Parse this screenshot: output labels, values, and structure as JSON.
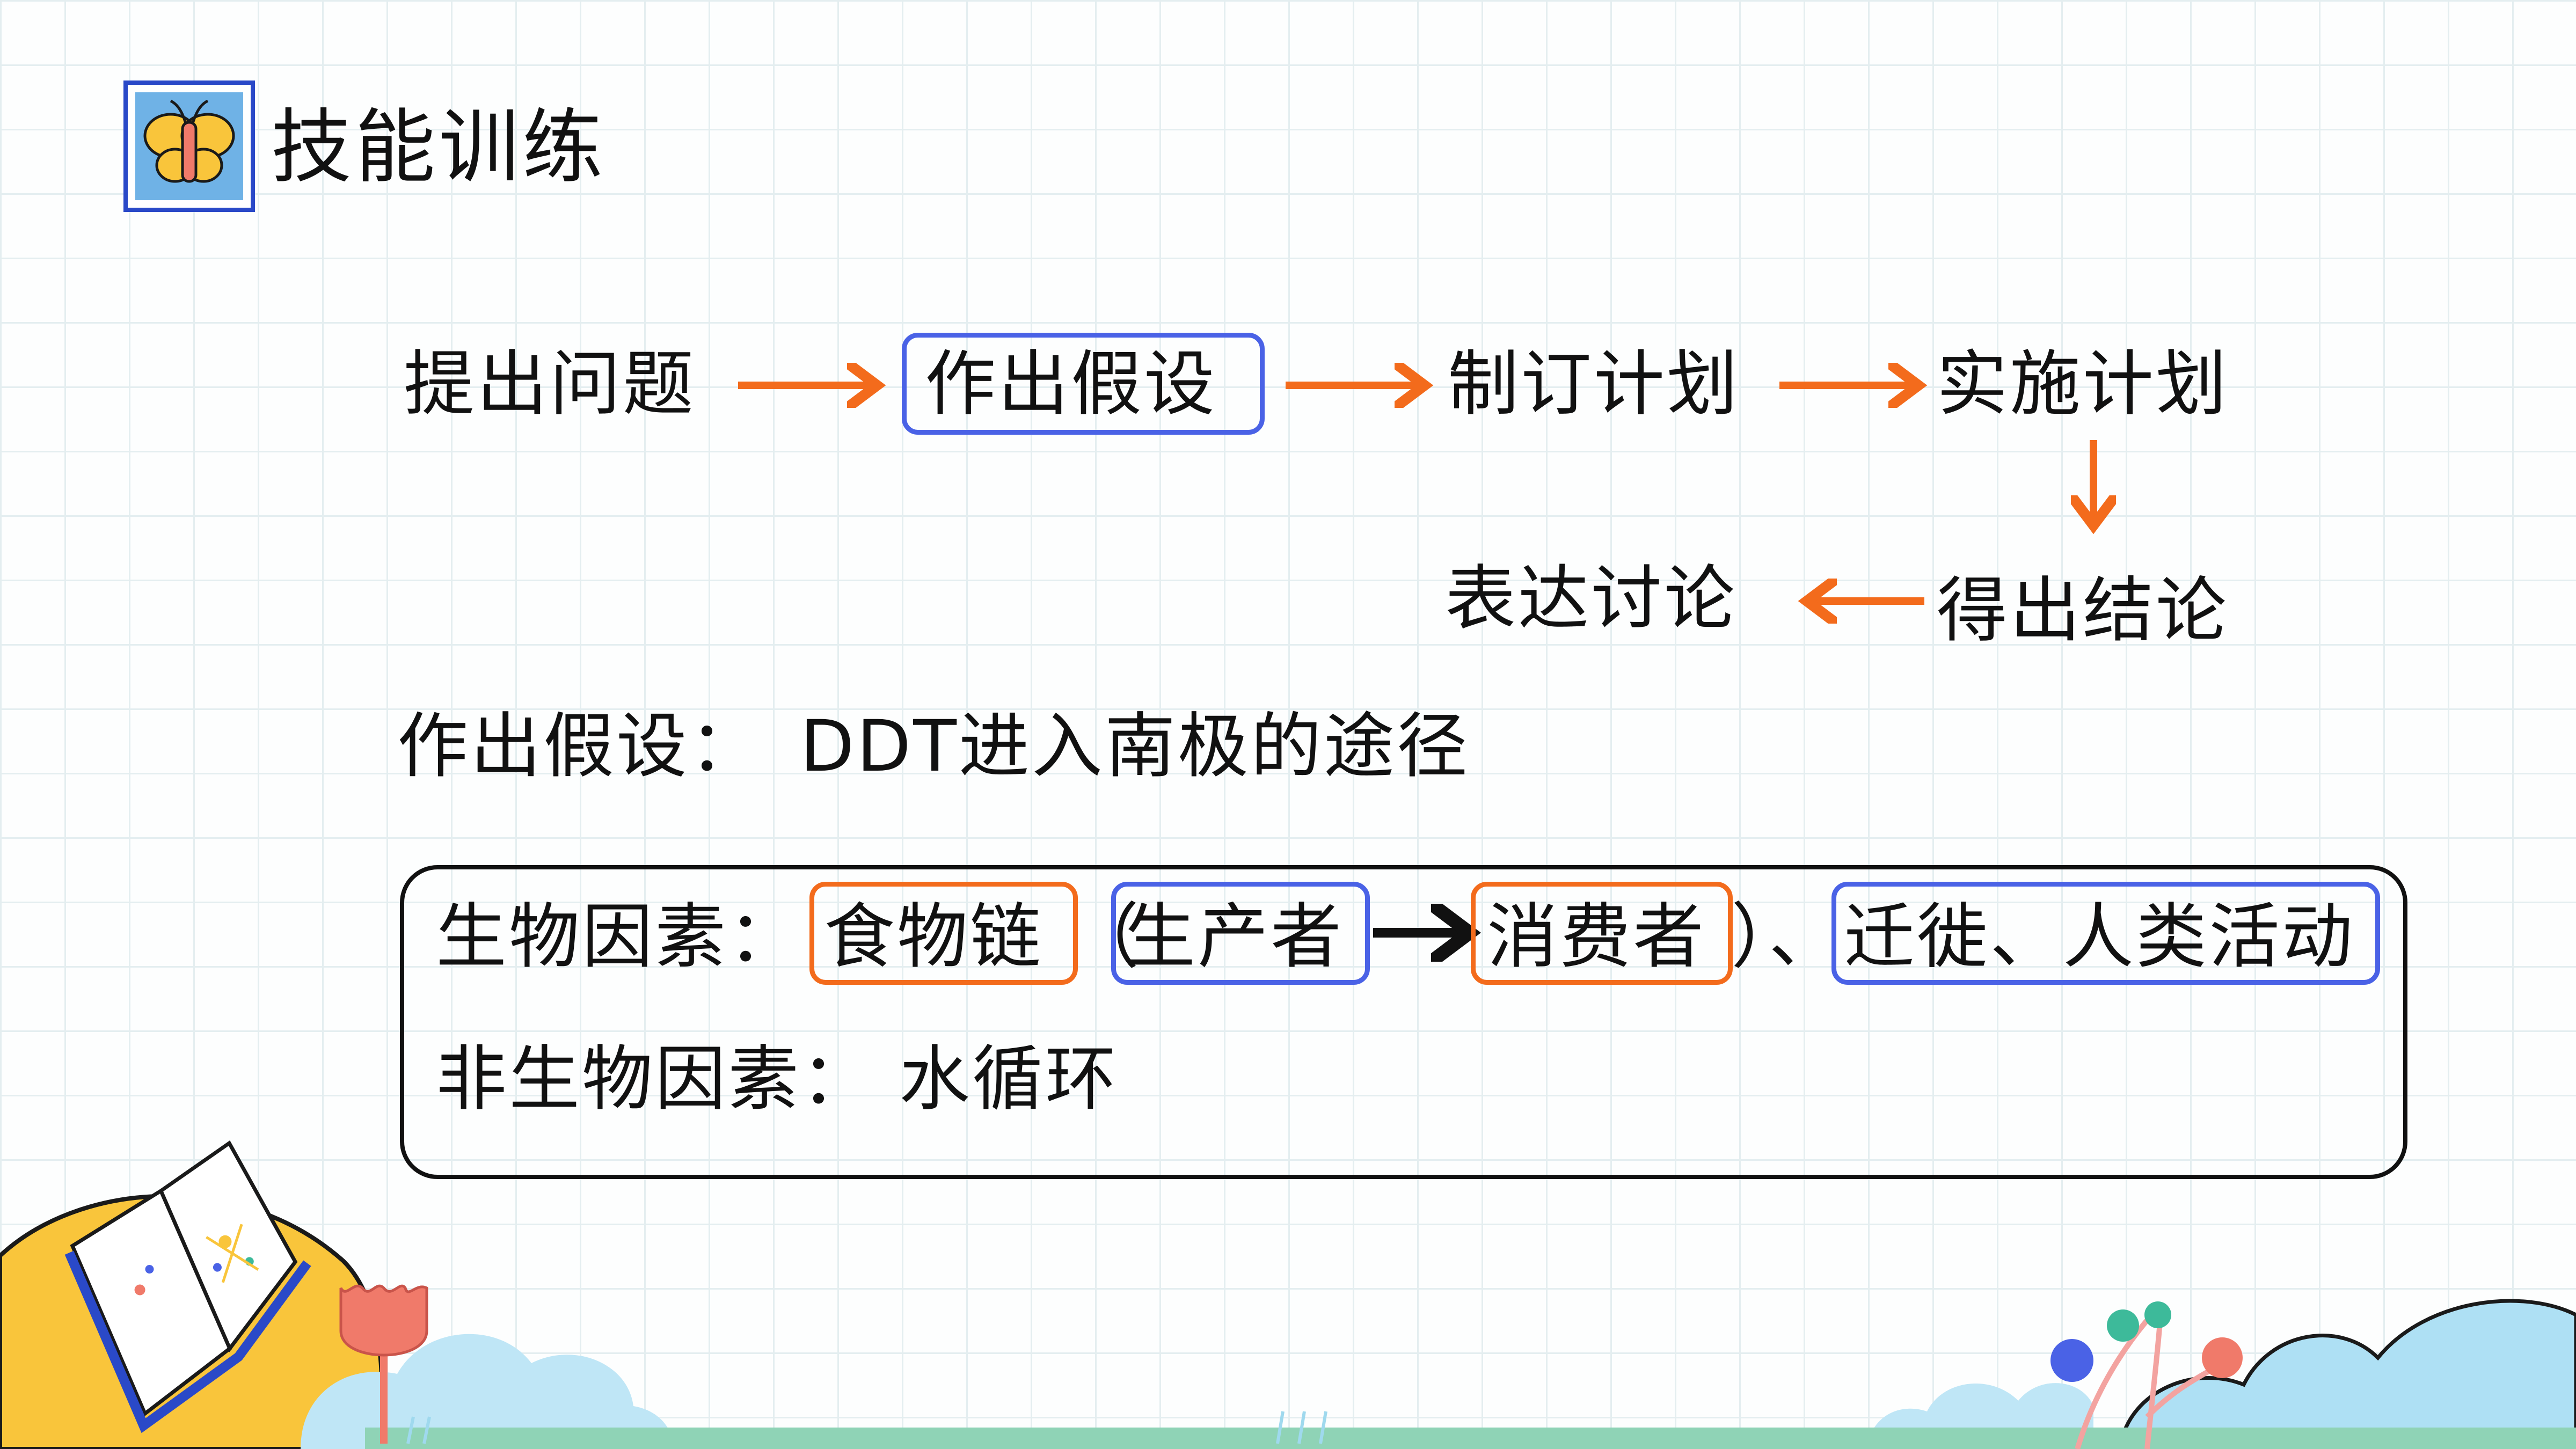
{
  "header": {
    "title": "技能训练"
  },
  "flow": {
    "steps": [
      "提出问题",
      "作出假设",
      "制订计划",
      "实施计划",
      "得出结论",
      "表达讨论"
    ]
  },
  "hypothesis": {
    "label": "作出假设：",
    "content": "DDT进入南极的途径"
  },
  "panel": {
    "biotic_label": "生物因素：",
    "food_chain": "食物链",
    "paren_open": "（",
    "producer": "生产者",
    "consumer": "消费者",
    "paren_close": "）、",
    "migration_human": "迁徙、人类活动",
    "abiotic_label": "非生物因素：",
    "water_cycle": "水循环"
  },
  "colors": {
    "arrow": "#f36b1c",
    "box_blue": "#4a62e6",
    "box_orange": "#f36b1c",
    "black_arrow": "#111111"
  }
}
